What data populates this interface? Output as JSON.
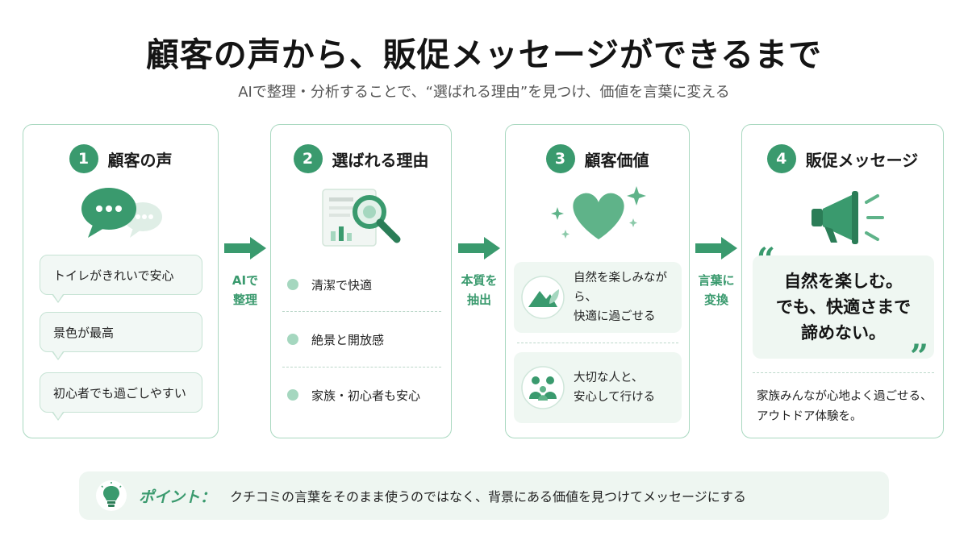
{
  "title": "顧客の声から、販促メッセージができるまで",
  "subtitle": "AIで整理・分析することで、“選ばれる理由”を見つけ、価値を言葉に変える",
  "colors": {
    "accent": "#3a9a6e",
    "light": "#a5d7bf",
    "panel": "#eff7f2",
    "border": "#a9d8c0"
  },
  "steps": [
    {
      "number": "1",
      "title": "顧客の声",
      "icon": "chat-bubbles-icon",
      "bubbles": [
        "トイレがきれいで安心",
        "景色が最高",
        "初心者でも過ごしやすい"
      ]
    },
    {
      "number": "2",
      "title": "選ばれる理由",
      "icon": "document-magnifier-icon",
      "reasons": [
        "清潔で快適",
        "絶景と開放感",
        "家族・初心者も安心"
      ]
    },
    {
      "number": "3",
      "title": "顧客価値",
      "icon": "heart-sparkle-icon",
      "values": [
        {
          "icon": "mountain-leaf-icon",
          "line1": "自然を楽しみながら、",
          "line2": "快適に過ごせる"
        },
        {
          "icon": "family-icon",
          "line1": "大切な人と、",
          "line2": "安心して行ける"
        }
      ]
    },
    {
      "number": "4",
      "title": "販促メッセージ",
      "icon": "megaphone-icon",
      "quote_line1": "自然を楽しむ。",
      "quote_line2": "でも、快適さまで",
      "quote_line3": "諦めない。",
      "open_quote": "“",
      "close_quote": "”",
      "caption_line1": "家族みんなが心地よく過ごせる、",
      "caption_line2": "アウトドア体験を。"
    }
  ],
  "arrows": [
    {
      "line1": "AIで",
      "line2": "整理"
    },
    {
      "line1": "本質を",
      "line2": "抽出"
    },
    {
      "line1": "言葉に",
      "line2": "変換"
    }
  ],
  "point": {
    "icon": "lightbulb-icon",
    "label": "ポイント：",
    "text": "クチコミの言葉をそのまま使うのではなく、背景にある価値を見つけてメッセージにする"
  }
}
